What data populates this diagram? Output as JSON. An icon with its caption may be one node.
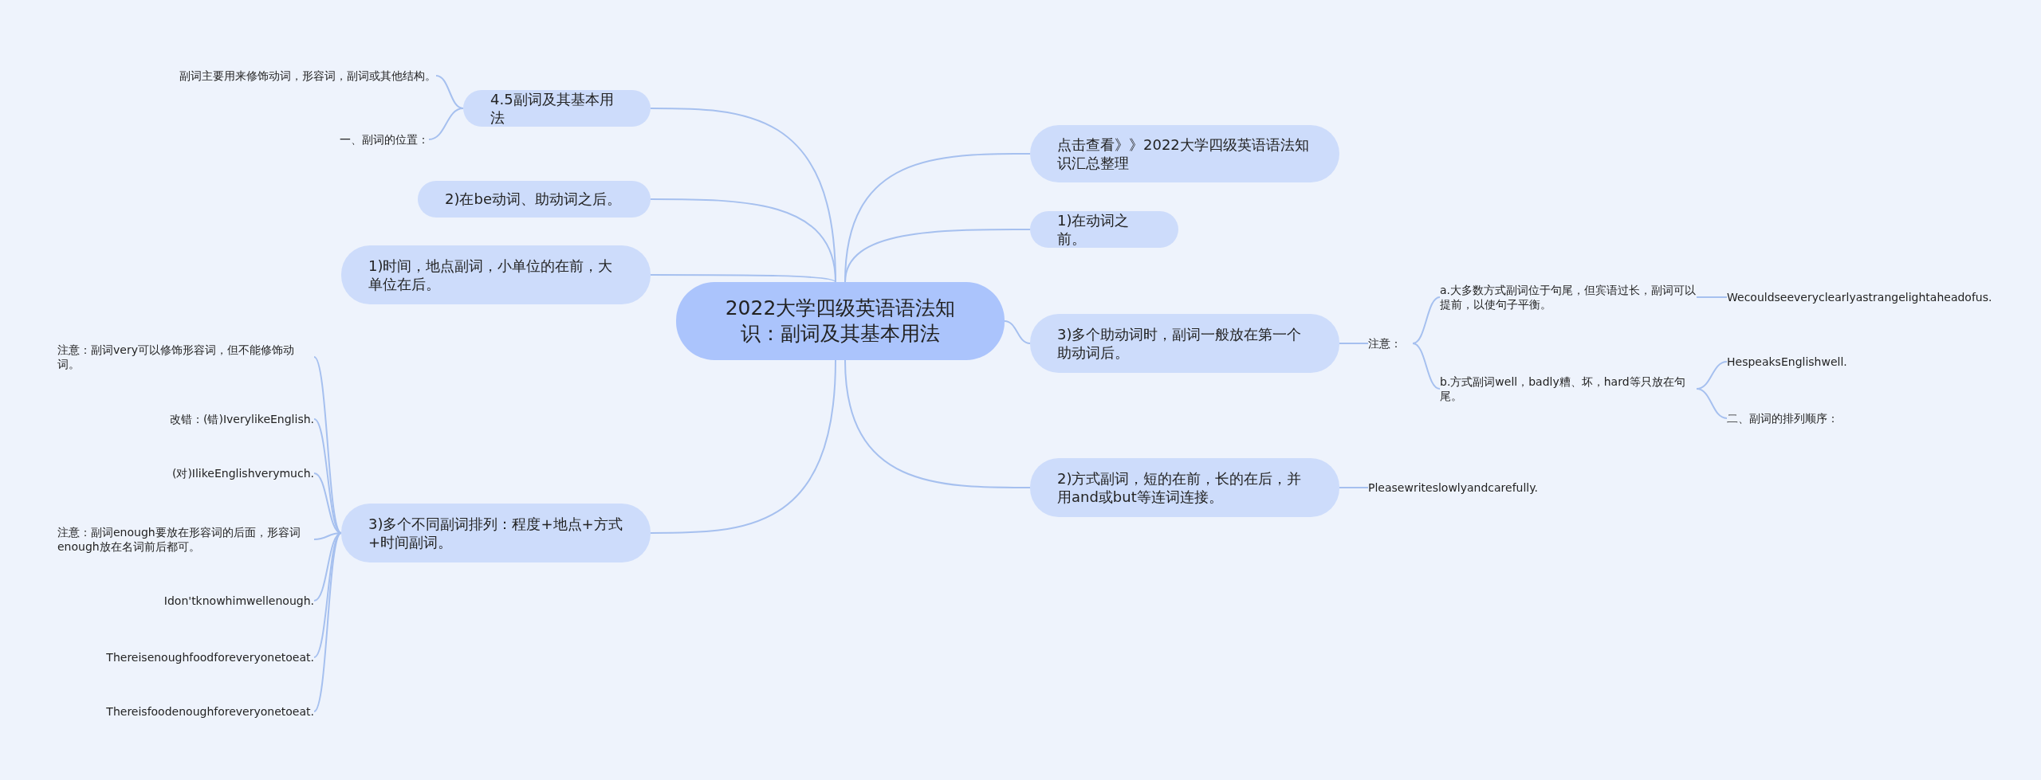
{
  "diagram": {
    "nodes": [
      {
        "text": [
          "2022大学四级英语语法知识：副词及其基本用法"
        ]
      },
      {
        "text": [
          "4.5副词及其基本用法"
        ]
      },
      {
        "text": [
          "副词主要用来修饰动词，形容词，副词或其他结构。"
        ]
      },
      {
        "text": [
          "一、副词的位置："
        ]
      },
      {
        "text": [
          "2)在be动词、助动词之后。"
        ]
      },
      {
        "text": [
          "1)时间，地点副词，小单位的在前，大单位在后。"
        ]
      },
      {
        "text": [
          "3)多个不同副词排列：程度+地点+方式+时间副词。"
        ]
      },
      {
        "text": [
          "注意：副词very可以修饰形容词，但不能修饰动词。"
        ]
      },
      {
        "text": [
          "改错：(错)IverylikeEnglish."
        ]
      },
      {
        "text": [
          "(对)IlikeEnglishverymuch."
        ]
      },
      {
        "text": [
          "注意：副词enough要放在形容词的后面，形容词enough放在名词前后都可。"
        ]
      },
      {
        "text": [
          "Idon'tknowhimwellenough."
        ]
      },
      {
        "text": [
          "Thereisenoughfoodforeveryonetoeat."
        ]
      },
      {
        "text": [
          "Thereisfoodenoughforeveryonetoeat."
        ]
      },
      {
        "text": [
          "点击查看》》2022大学四级英语语法知识汇总整理"
        ]
      },
      {
        "text": [
          "1)在动词之前。"
        ]
      },
      {
        "text": [
          "3)多个助动词时，副词一般放在第一个助动词后。"
        ]
      },
      {
        "text": [
          "注意："
        ]
      },
      {
        "text": [
          "a.大多数方式副词位于句尾，但宾语过长，副词可以提前，以使句子平衡。"
        ]
      },
      {
        "text": [
          "Wecouldseeveryclearlyastrangelightaheadofus."
        ]
      },
      {
        "text": [
          "b.方式副词well，badly糟、坏，hard等只放在句尾。"
        ]
      },
      {
        "text": [
          "HespeaksEnglishwell."
        ]
      },
      {
        "text": [
          "二、副词的排列顺序："
        ]
      },
      {
        "text": [
          "2)方式副词，短的在前，长的在后，并用and或but等连词连接。"
        ]
      },
      {
        "text": [
          "Pleasewriteslowlyandcarefully."
        ]
      }
    ],
    "edges": [
      {
        "from": 0,
        "to": 1,
        "arrow": "none"
      },
      {
        "from": 1,
        "to": 2,
        "arrow": "none"
      },
      {
        "from": 1,
        "to": 3,
        "arrow": "none"
      },
      {
        "from": 0,
        "to": 4,
        "arrow": "none"
      },
      {
        "from": 0,
        "to": 5,
        "arrow": "none"
      },
      {
        "from": 0,
        "to": 6,
        "arrow": "none"
      },
      {
        "from": 6,
        "to": 7,
        "arrow": "none"
      },
      {
        "from": 6,
        "to": 8,
        "arrow": "none"
      },
      {
        "from": 6,
        "to": 9,
        "arrow": "none"
      },
      {
        "from": 6,
        "to": 10,
        "arrow": "none"
      },
      {
        "from": 6,
        "to": 11,
        "arrow": "none"
      },
      {
        "from": 6,
        "to": 12,
        "arrow": "none"
      },
      {
        "from": 6,
        "to": 13,
        "arrow": "none"
      },
      {
        "from": 0,
        "to": 14,
        "arrow": "none"
      },
      {
        "from": 0,
        "to": 15,
        "arrow": "none"
      },
      {
        "from": 0,
        "to": 16,
        "arrow": "none"
      },
      {
        "from": 16,
        "to": 17,
        "arrow": "none"
      },
      {
        "from": 17,
        "to": 18,
        "arrow": "none"
      },
      {
        "from": 18,
        "to": 19,
        "arrow": "none"
      },
      {
        "from": 17,
        "to": 20,
        "arrow": "none"
      },
      {
        "from": 20,
        "to": 21,
        "arrow": "none"
      },
      {
        "from": 20,
        "to": 22,
        "arrow": "none"
      },
      {
        "from": 0,
        "to": 23,
        "arrow": "none"
      },
      {
        "from": 23,
        "to": 24,
        "arrow": "none"
      }
    ]
  }
}
